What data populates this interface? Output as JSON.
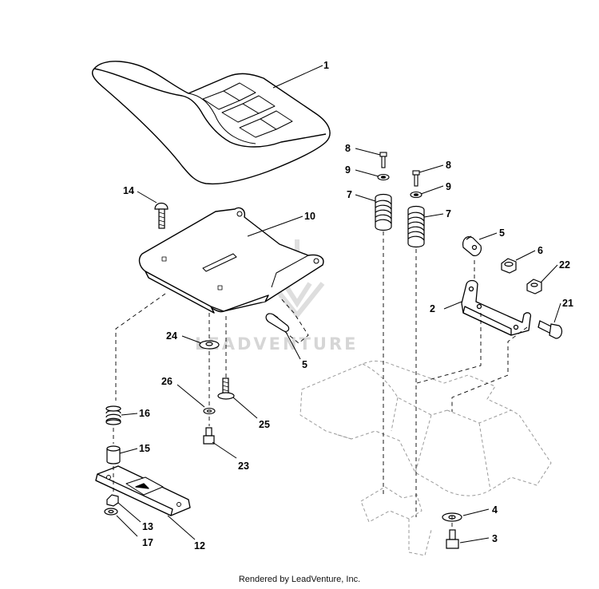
{
  "watermark": "LEADVENTURE",
  "footer": "Rendered by LeadVenture, Inc.",
  "callouts": {
    "c1": "1",
    "c2": "2",
    "c3": "3",
    "c4": "4",
    "c5a": "5",
    "c5b": "5",
    "c6": "6",
    "c7a": "7",
    "c7b": "7",
    "c8a": "8",
    "c8b": "8",
    "c9a": "9",
    "c9b": "9",
    "c10": "10",
    "c12": "12",
    "c13": "13",
    "c14": "14",
    "c15": "15",
    "c16": "16",
    "c17": "17",
    "c21": "21",
    "c22": "22",
    "c23": "23",
    "c24": "24",
    "c25": "25",
    "c26": "26"
  }
}
